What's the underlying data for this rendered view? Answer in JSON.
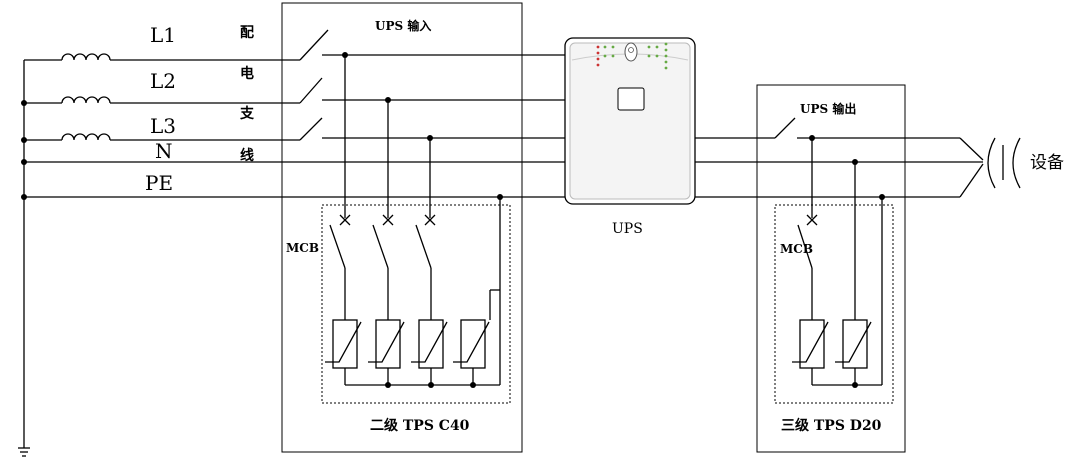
{
  "lines": {
    "l1": "L1",
    "l2": "L2",
    "l3": "L3",
    "n": "N",
    "pe": "PE"
  },
  "distribution_branch": [
    "配",
    "电",
    "支",
    "线"
  ],
  "ups_input_label": "UPS 输入",
  "ups_output_label": "UPS 输出",
  "ups_label": "UPS",
  "mcb_label_left": "MCB",
  "mcb_label_right": "MCB",
  "tps_level2_label": "二级 TPS C40",
  "tps_level3_label": "三级 TPS D20",
  "device_label": "设备"
}
